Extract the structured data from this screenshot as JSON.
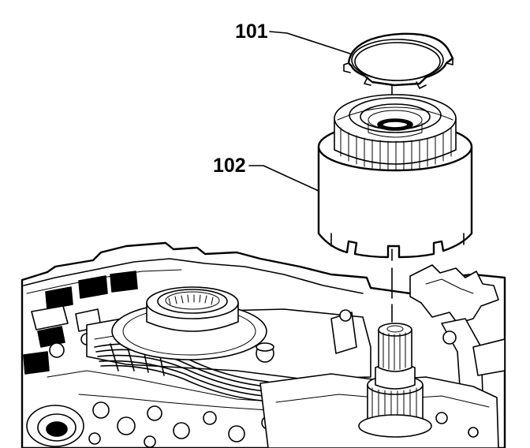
{
  "callouts": [
    {
      "id": "101",
      "label": "101"
    },
    {
      "id": "102",
      "label": "102"
    }
  ],
  "colors": {
    "ink": "#000000",
    "background": "#ffffff"
  }
}
